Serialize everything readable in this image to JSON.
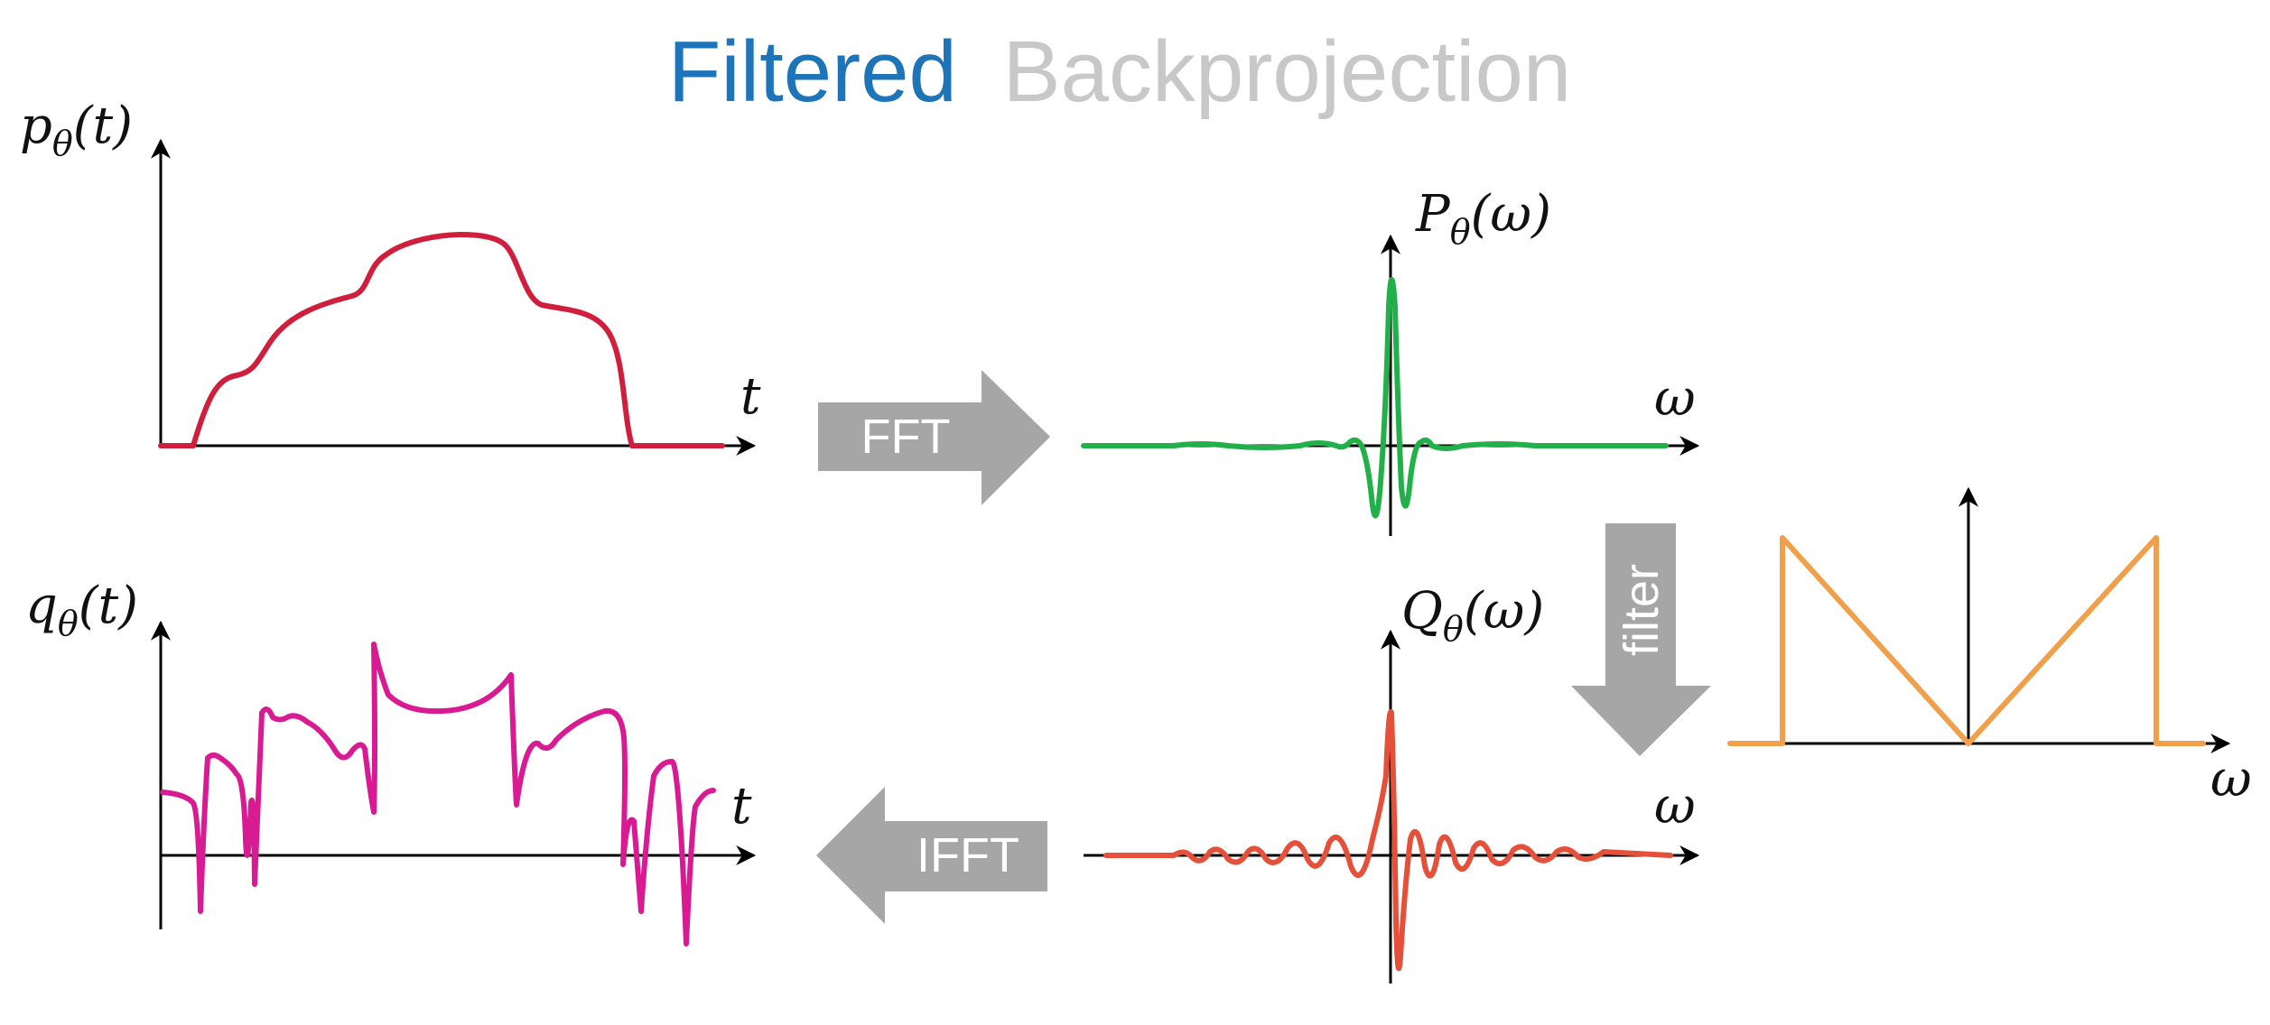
{
  "title": {
    "word1": "Filtered",
    "word2": "Backprojection",
    "color1": "#1e74b8",
    "color2": "#c8c8c8"
  },
  "panels": {
    "projection": {
      "ylabel_main": "p",
      "ylabel_sub": "θ",
      "ylabel_arg": "(t)",
      "xlabel": "t",
      "color": "#d01f3c"
    },
    "spectrum": {
      "ylabel_main": "P",
      "ylabel_sub": "θ",
      "ylabel_arg": "(ω)",
      "xlabel": "ω",
      "color": "#22b04b"
    },
    "filtered_spectrum": {
      "ylabel_main": "Q",
      "ylabel_sub": "θ",
      "ylabel_arg": "(ω)",
      "xlabel": "ω",
      "color": "#e5503a"
    },
    "filtered_projection": {
      "ylabel_main": "q",
      "ylabel_sub": "θ",
      "ylabel_arg": "(t)",
      "xlabel": "t",
      "color": "#d81b93"
    },
    "ramp_filter": {
      "xlabel": "ω",
      "color": "#f0a04b"
    }
  },
  "arrows": {
    "fft": "FFT",
    "filter": "filter",
    "ifft": "IFFT",
    "color": "#a6a6a6"
  }
}
